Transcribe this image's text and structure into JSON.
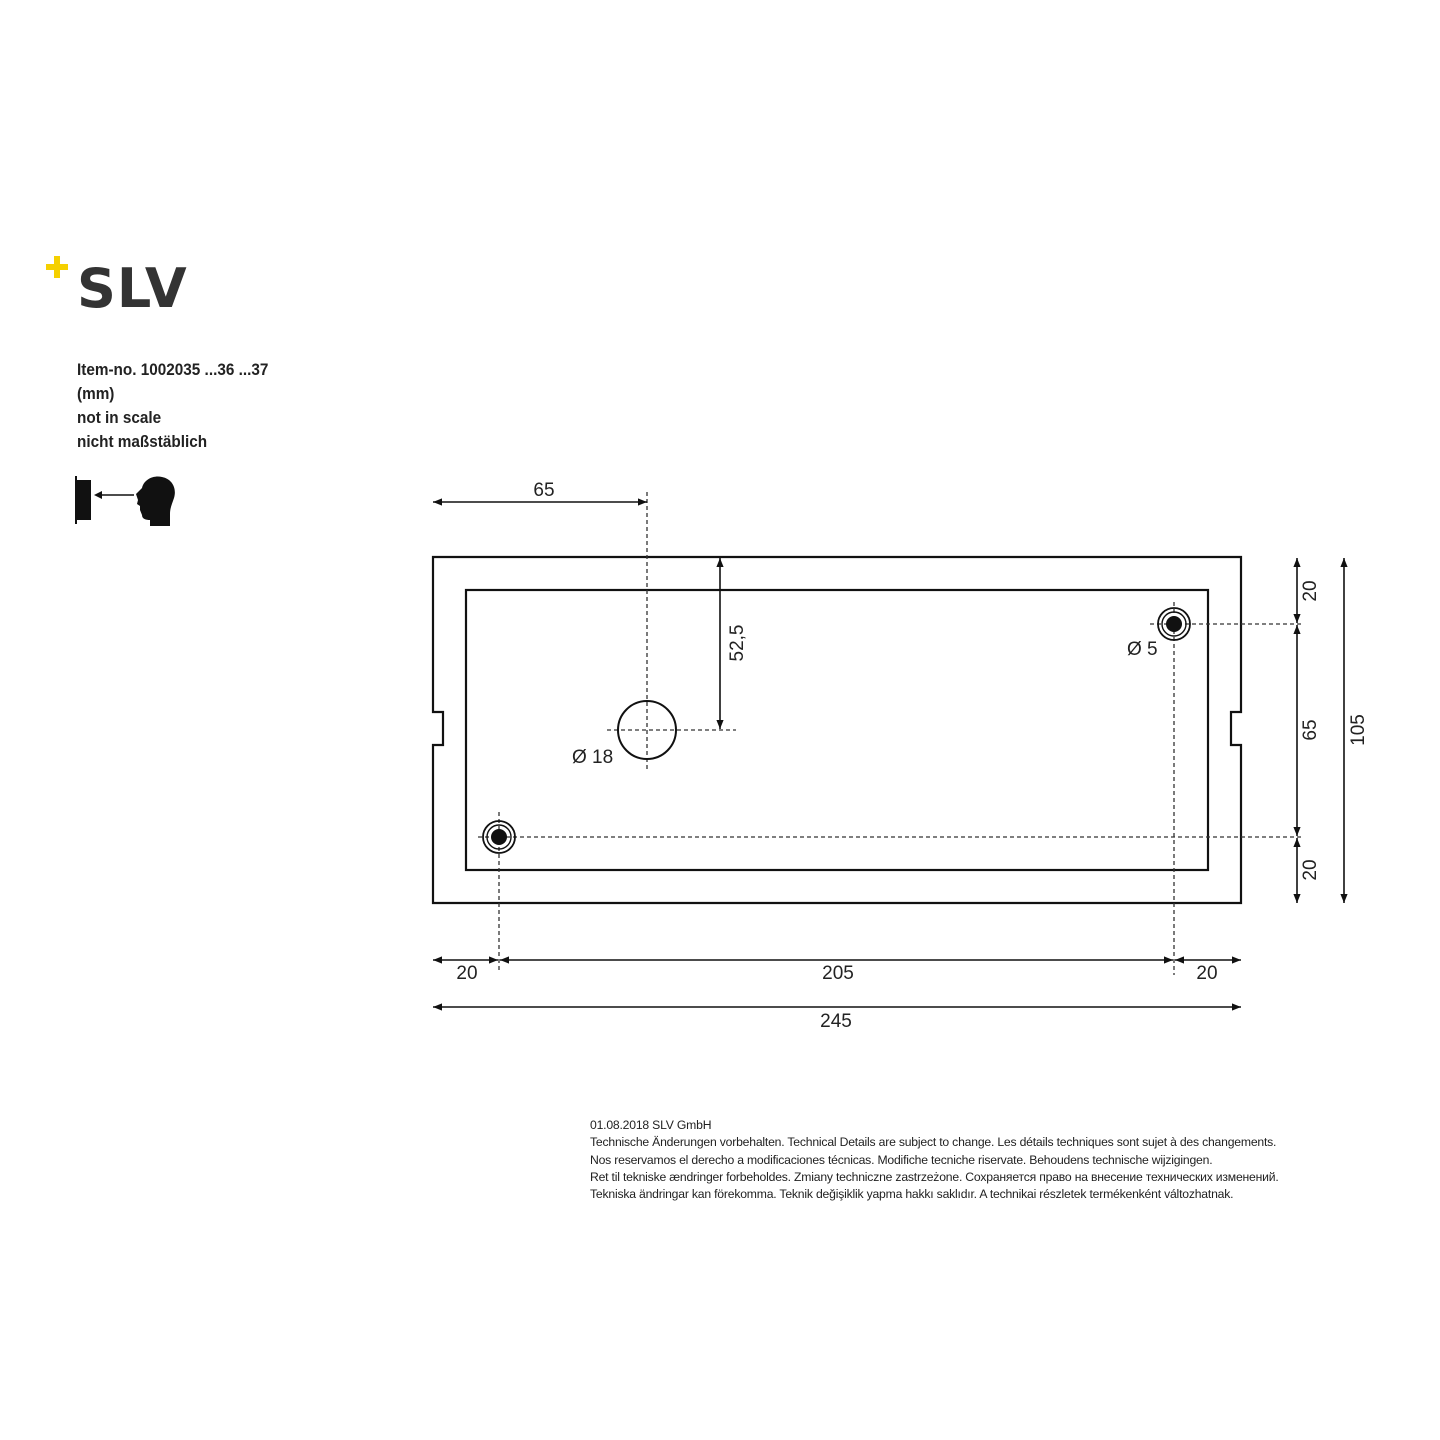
{
  "brand": {
    "name": "SLV",
    "accent_color": "#f5d000",
    "text_color": "#333333"
  },
  "info": {
    "item_no": "Item-no. 1002035 ...36 ...37",
    "unit": "(mm)",
    "scale_en": "not in scale",
    "scale_de": "nicht maßstäblich"
  },
  "view_icon": "view-from-front-icon",
  "drawing": {
    "dimensions": {
      "hole_offset_x": "65",
      "hole_offset_y": "52,5",
      "hole_big_diameter": "Ø 18",
      "hole_small_diameter": "Ø 5",
      "right_top": "20",
      "right_middle": "65",
      "right_bottom": "20",
      "total_height": "105",
      "bottom_left": "20",
      "bottom_middle": "205",
      "bottom_right": "20",
      "total_width": "245"
    }
  },
  "footer": {
    "line1": "01.08.2018   SLV GmbH",
    "line2": "Technische Änderungen vorbehalten. Technical Details are subject to change. Les détails techniques sont sujet à des changements.",
    "line3": "Nos reservamos el derecho a modificaciones técnicas. Modifiche tecniche riservate. Behoudens technische wijzigingen.",
    "line4": "Ret til tekniske ændringer forbeholdes. Zmiany techniczne zastrzeżone. Сохраняется право на внесение технических изменений.",
    "line5": "Tekniska ändringar kan förekomma. Teknik değişiklik yapma hakkı saklıdır. A technikai részletek termékenként változhatnak."
  }
}
